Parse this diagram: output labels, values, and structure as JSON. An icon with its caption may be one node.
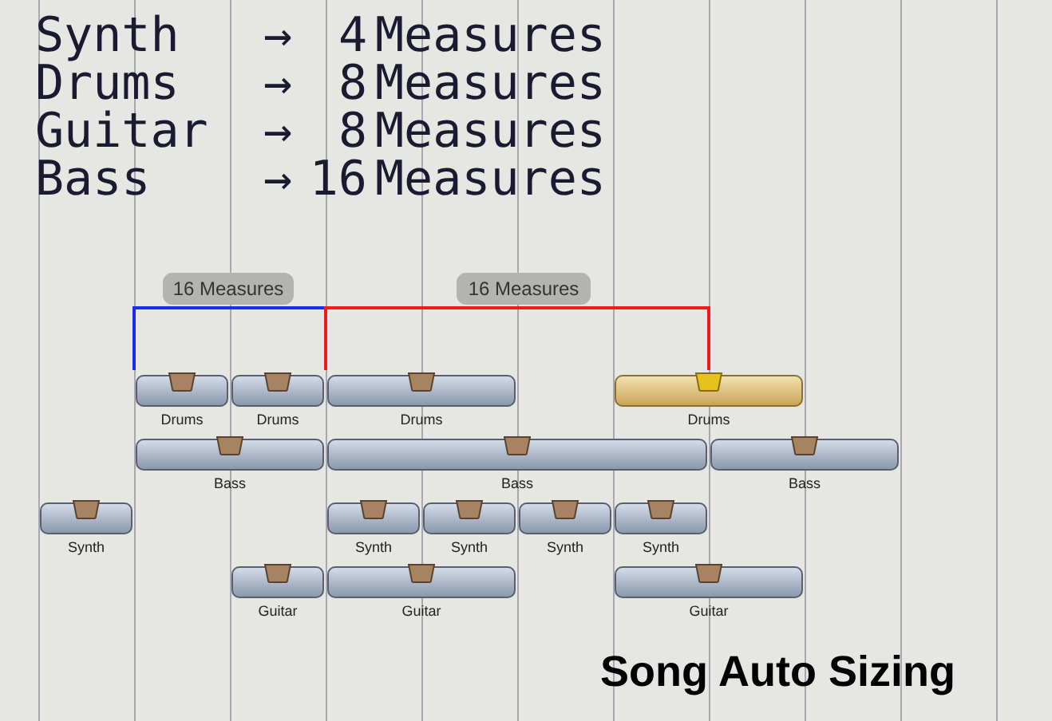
{
  "diagram": {
    "caption": "Song Auto Sizing",
    "nodes": [
      {
        "text": [
          "16 Measures"
        ]
      },
      {
        "text": [
          "16 Measures"
        ]
      },
      {
        "text": [],
        "shape": "bar",
        "beside": [
          "Drums"
        ]
      },
      {
        "text": [],
        "shape": "bar",
        "beside": [
          "Drums"
        ]
      },
      {
        "text": [],
        "shape": "bar",
        "beside": [
          "Drums"
        ]
      },
      {
        "text": [],
        "shape": "bar",
        "beside": [
          "Drums"
        ]
      },
      {
        "text": [],
        "shape": "bar",
        "beside": [
          "Bass"
        ]
      },
      {
        "text": [],
        "shape": "bar",
        "beside": [
          "Bass"
        ]
      },
      {
        "text": [],
        "shape": "bar",
        "beside": [
          "Bass"
        ]
      },
      {
        "text": [],
        "shape": "bar",
        "beside": [
          "Synth"
        ]
      },
      {
        "text": [],
        "shape": "bar",
        "beside": [
          "Synth"
        ]
      },
      {
        "text": [],
        "shape": "bar",
        "beside": [
          "Synth"
        ]
      },
      {
        "text": [],
        "shape": "bar",
        "beside": [
          "Synth"
        ]
      },
      {
        "text": [],
        "shape": "bar",
        "beside": [
          "Synth"
        ]
      },
      {
        "text": [],
        "shape": "bar",
        "beside": [
          "Guitar"
        ]
      },
      {
        "text": [],
        "shape": "bar",
        "beside": [
          "Guitar"
        ]
      },
      {
        "text": [],
        "shape": "bar",
        "beside": [
          "Guitar"
        ]
      }
    ],
    "labels": [
      "Synth → 4 Measures",
      "Drums → 8 Measures",
      "Guitar → 8 Measures",
      "Bass → 16 Measures"
    ]
  }
}
